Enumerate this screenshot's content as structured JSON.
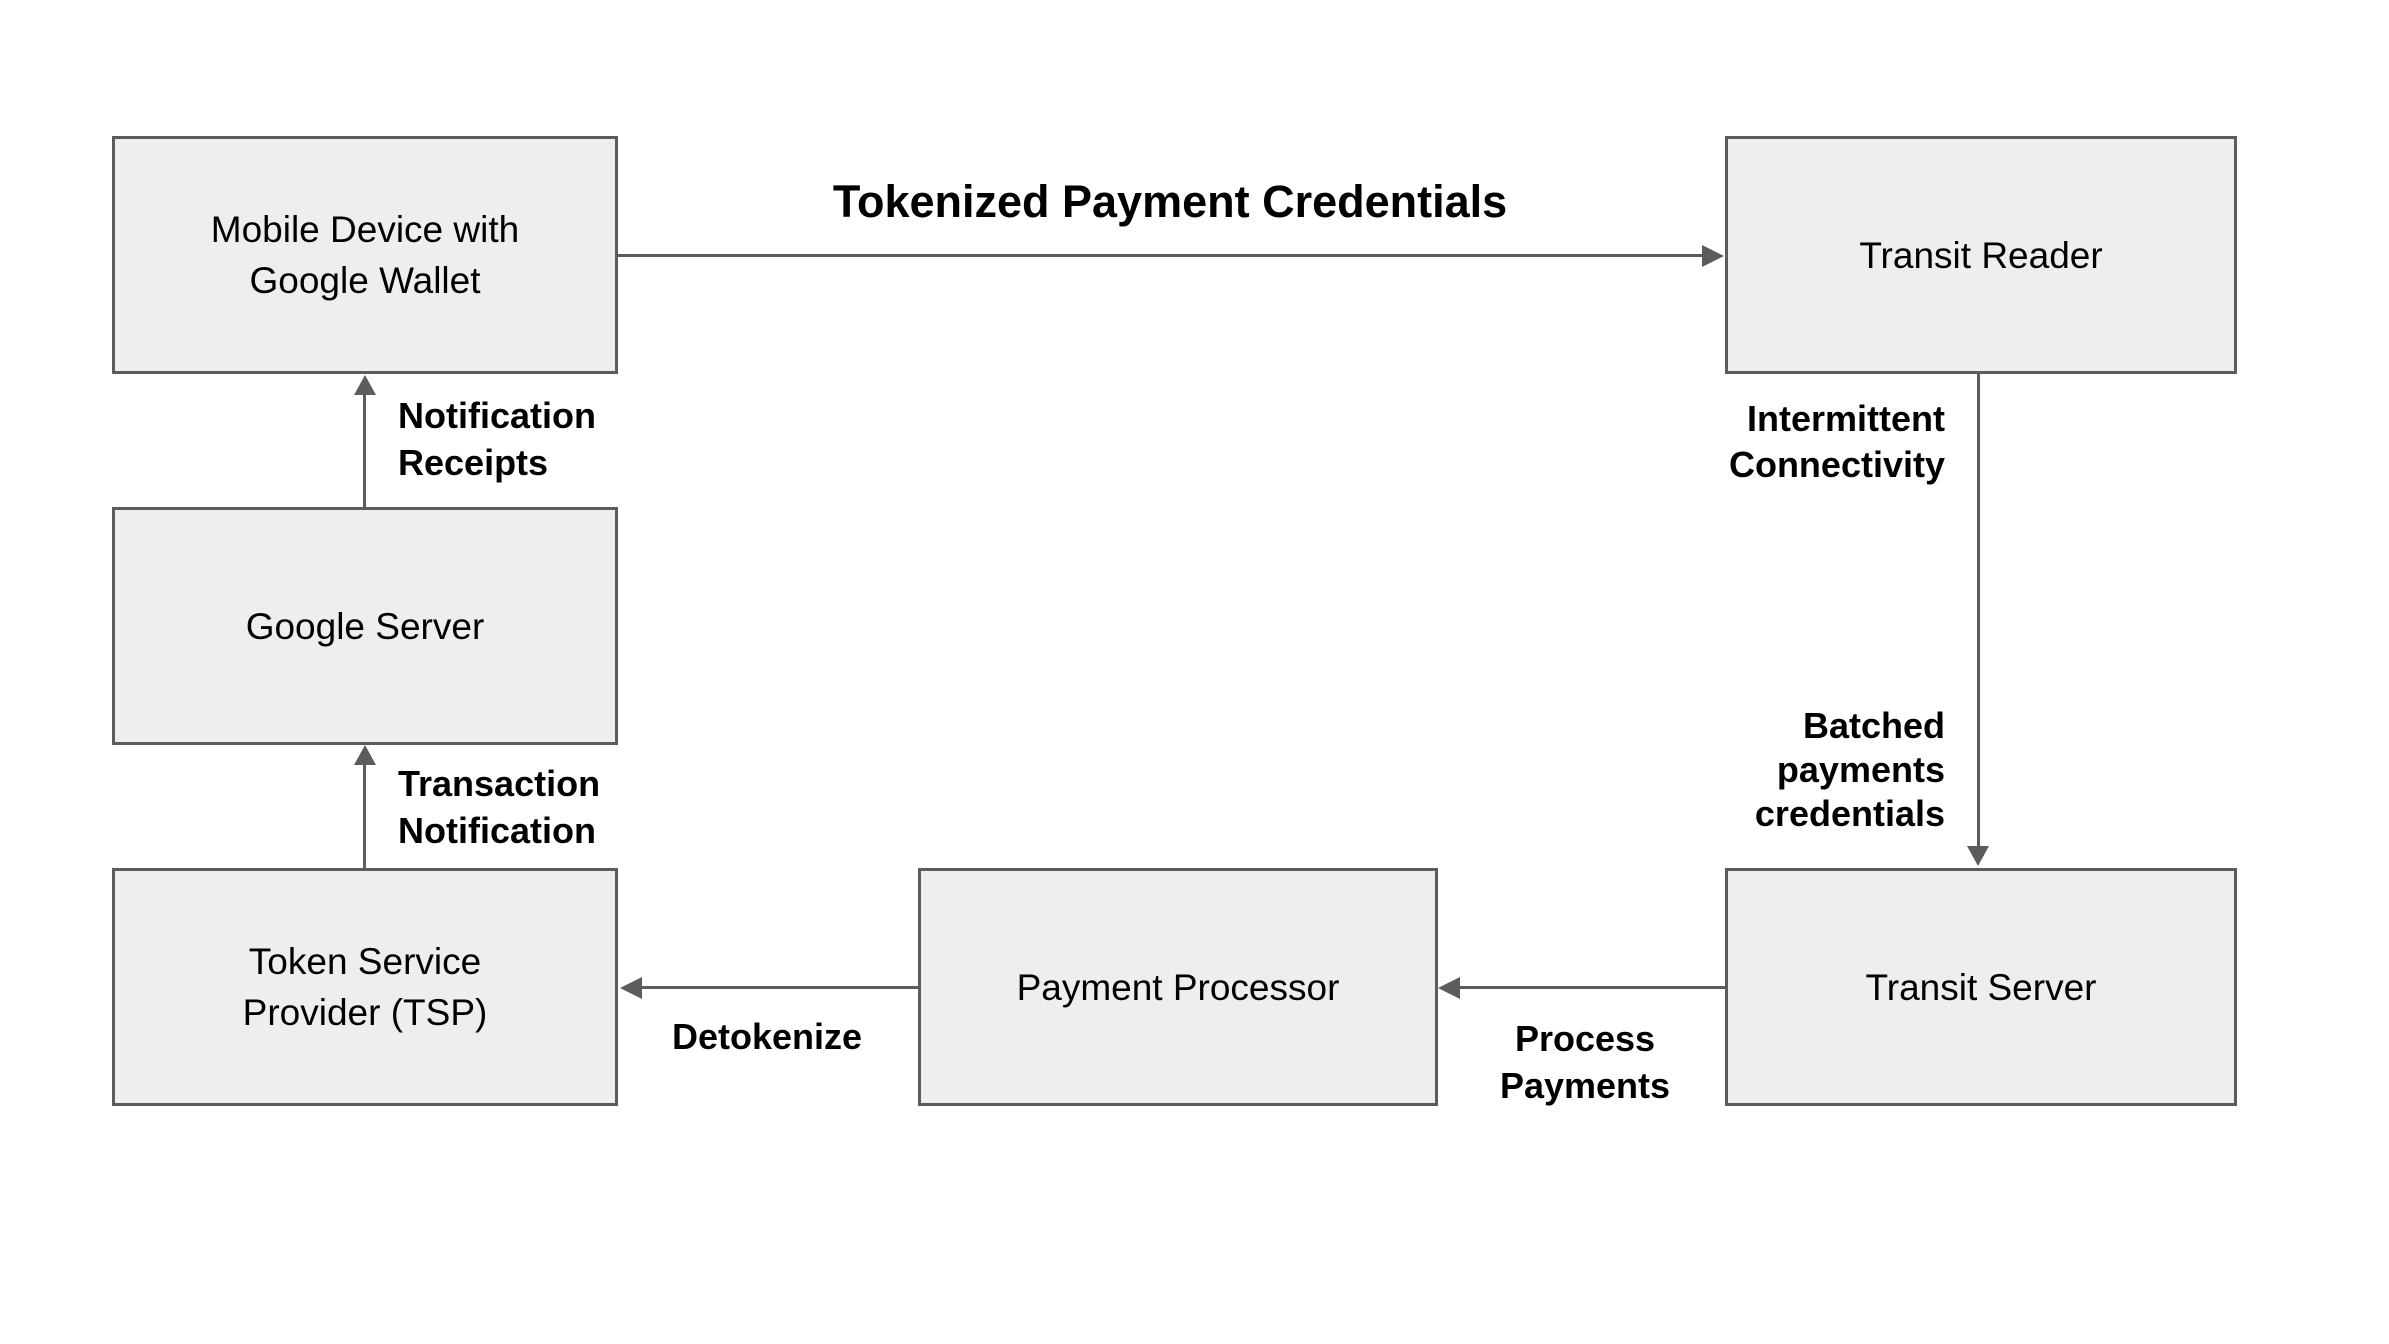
{
  "colors": {
    "background": "#ffffff",
    "box_fill": "#eeeeee",
    "box_border": "#5c5c5c",
    "arrow": "#5c5c5c",
    "box_text": "#000000",
    "label_text": "#000000"
  },
  "nodes": {
    "mobile": {
      "lines": [
        "Mobile Device with",
        "Google Wallet"
      ]
    },
    "transit_reader": {
      "lines": [
        "Transit Reader"
      ]
    },
    "google_server": {
      "lines": [
        "Google Server"
      ]
    },
    "tsp": {
      "lines": [
        "Token Service",
        "Provider (TSP)"
      ]
    },
    "payment_processor": {
      "lines": [
        "Payment Processor"
      ]
    },
    "transit_server": {
      "lines": [
        "Transit Server"
      ]
    }
  },
  "edges": {
    "tokenized": {
      "label": "Tokenized Payment Credentials"
    },
    "notification_receipts": {
      "lines": [
        "Notification",
        "Receipts"
      ]
    },
    "transaction_notification": {
      "lines": [
        "Transaction",
        "Notification"
      ]
    },
    "intermittent_connectivity": {
      "lines": [
        "Intermittent",
        "Connectivity"
      ]
    },
    "batched_payments": {
      "lines": [
        "Batched",
        "payments",
        "credentials"
      ]
    },
    "process_payments": {
      "lines": [
        "Process",
        "Payments"
      ]
    },
    "detokenize": {
      "label": "Detokenize"
    }
  }
}
